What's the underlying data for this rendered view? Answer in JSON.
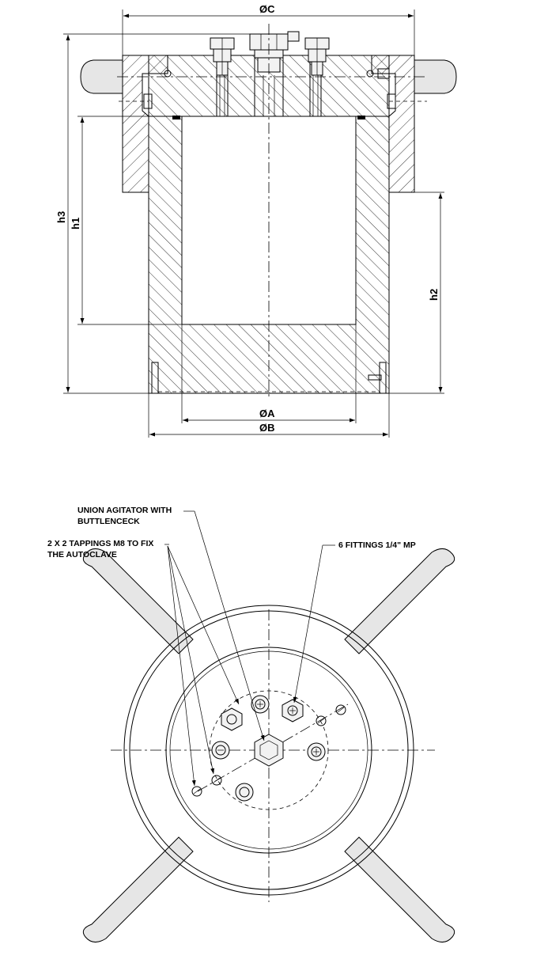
{
  "section_view": {
    "dim_c": "ØC",
    "dim_a": "ØA",
    "dim_b": "ØB",
    "dim_h1": "h1",
    "dim_h2": "h2",
    "dim_h3": "h3"
  },
  "top_view": {
    "callout_agitator_line1": "UNION AGITATOR WITH",
    "callout_agitator_line2": "BUTTLENCECK",
    "callout_tappings_line1": "2 X 2 TAPPINGS M8 TO FIX",
    "callout_tappings_line2": "THE AUTOCLAVE",
    "callout_fittings": "6 FITTINGS 1/4\" MP"
  }
}
